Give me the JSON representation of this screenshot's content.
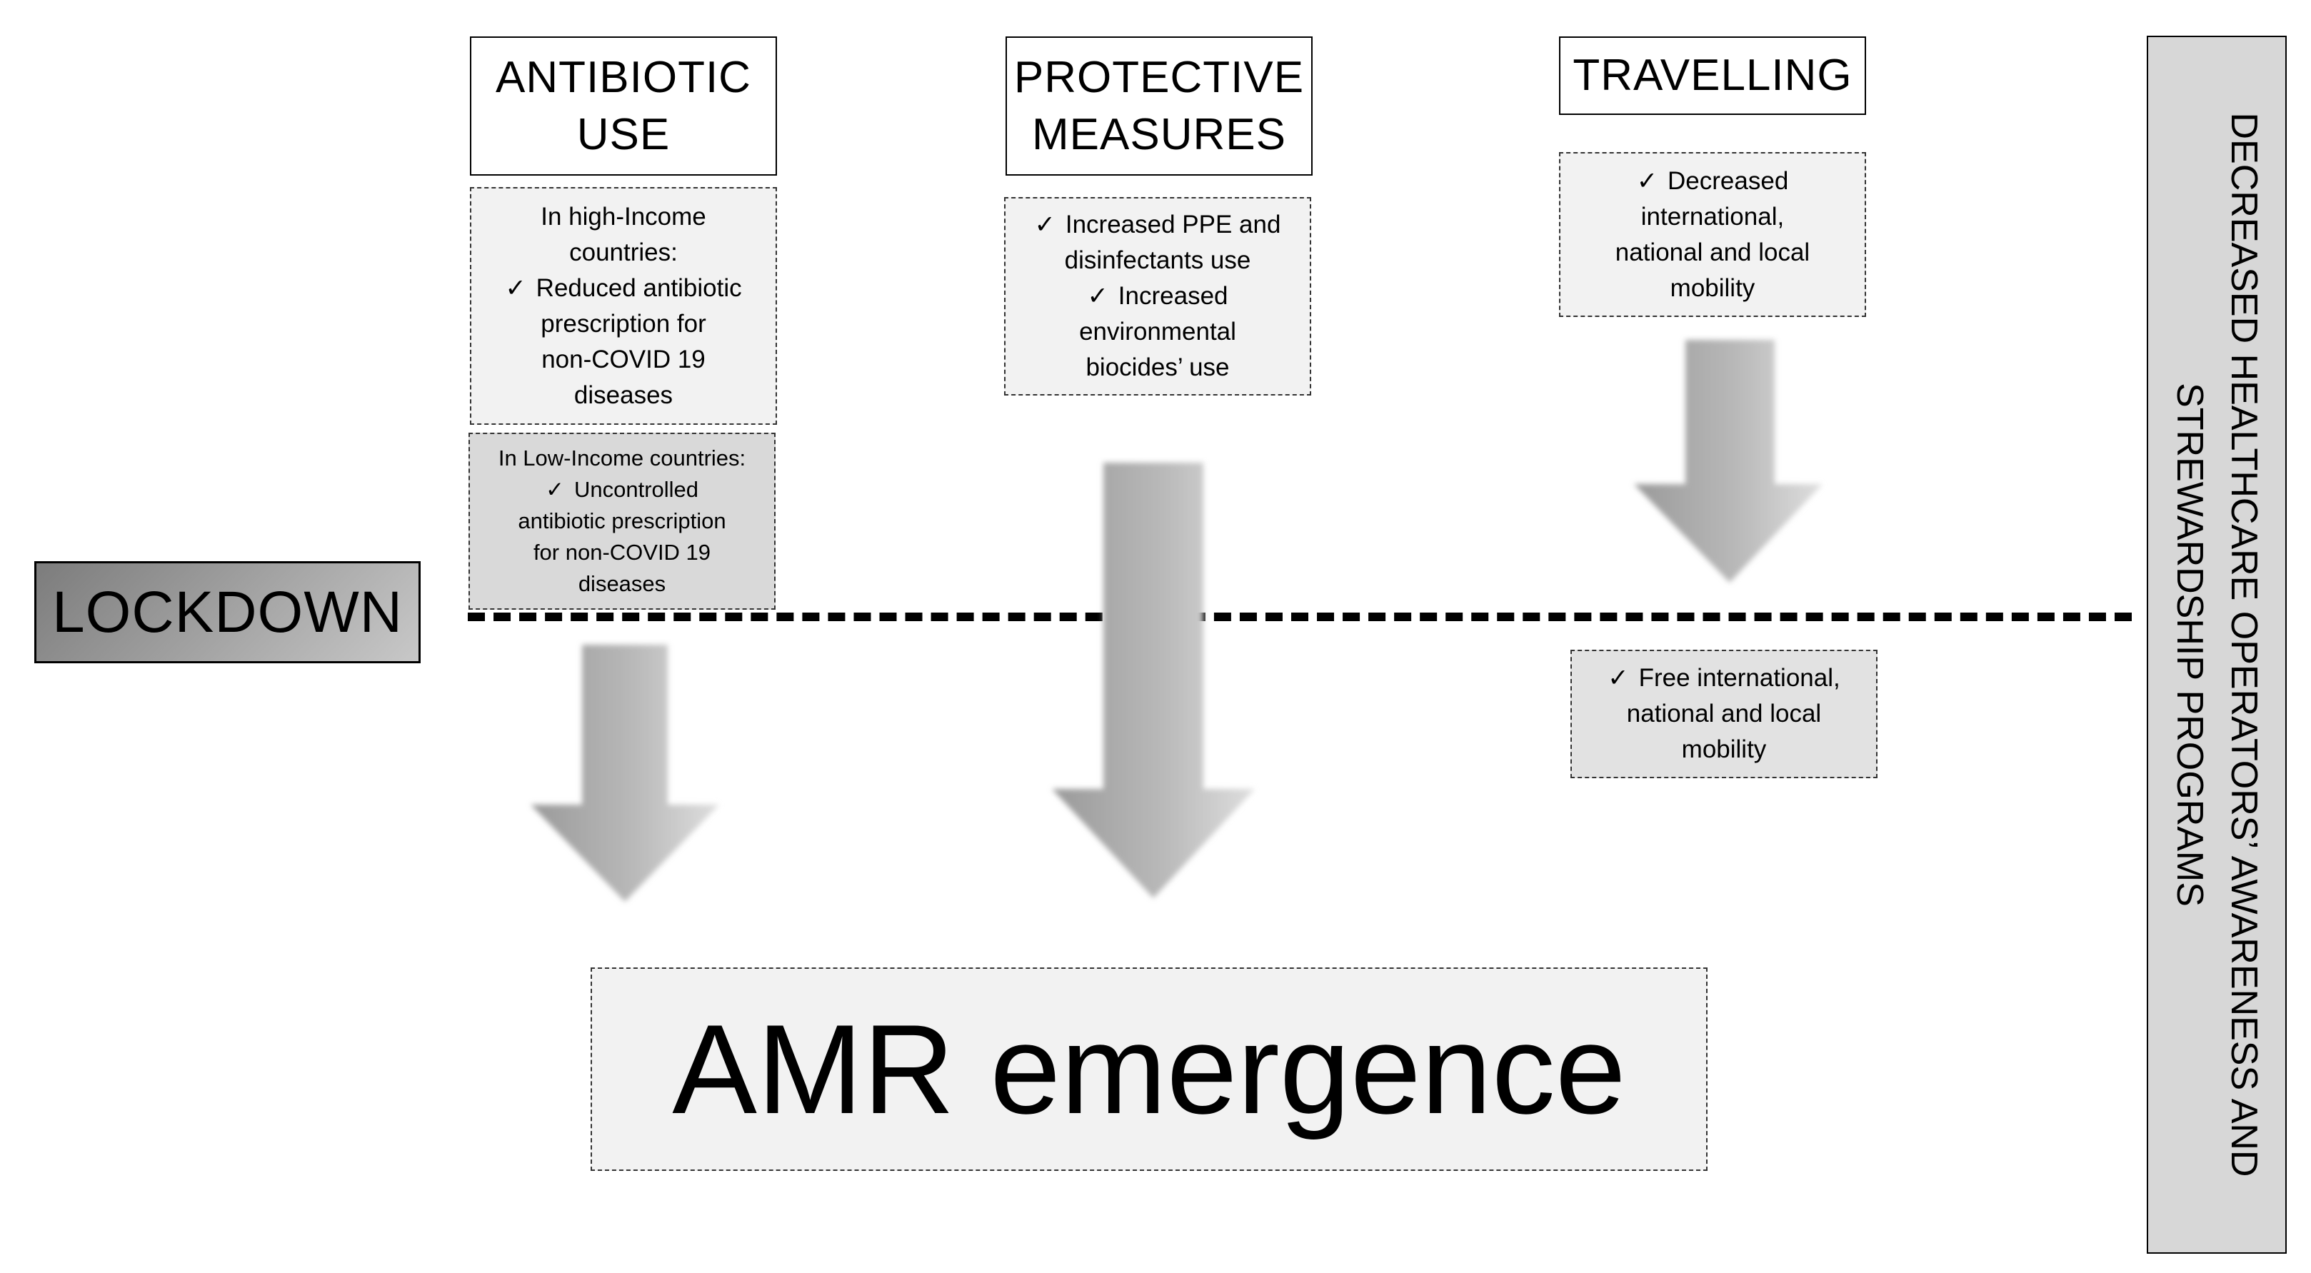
{
  "headings": {
    "antibiotic_line1": "ANTIBIOTIC",
    "antibiotic_line2": "USE",
    "protective_line1": "PROTECTIVE",
    "protective_line2": "MEASURES",
    "travelling": "TRAVELLING"
  },
  "check_mark": "✓",
  "antibiotic_high": {
    "line1": "In high-Income",
    "line2": "countries:",
    "line3": "Reduced antibiotic",
    "line4": "prescription for",
    "line5": "non-COVID 19",
    "line6": "diseases"
  },
  "antibiotic_low": {
    "line1": "In Low-Income countries:",
    "line2": "Uncontrolled",
    "line3": "antibiotic prescription",
    "line4": "for non-COVID 19",
    "line5": "diseases"
  },
  "protective_note": {
    "line1": "Increased PPE and",
    "line2": "disinfectants use",
    "line3": "Increased",
    "line4": "environmental",
    "line5": "biocides’ use"
  },
  "travel_before": {
    "line1": "Decreased",
    "line2": "international,",
    "line3": "national and local",
    "line4": "mobility"
  },
  "travel_after": {
    "line1": "Free international,",
    "line2": "national and local",
    "line3": "mobility"
  },
  "lockdown": "LOCKDOWN",
  "outcome": "AMR emergence",
  "side_panel": "DECREASED HEALTHCARE OPERATORS’ AWARENESS AND STREWARDSHIP PROGRAMS",
  "colors": {
    "box_fill": "#f2f2f2",
    "side_fill": "#d7d7d7",
    "arrow_dark": "#8f8f8f",
    "arrow_light": "#dcdcdc"
  }
}
